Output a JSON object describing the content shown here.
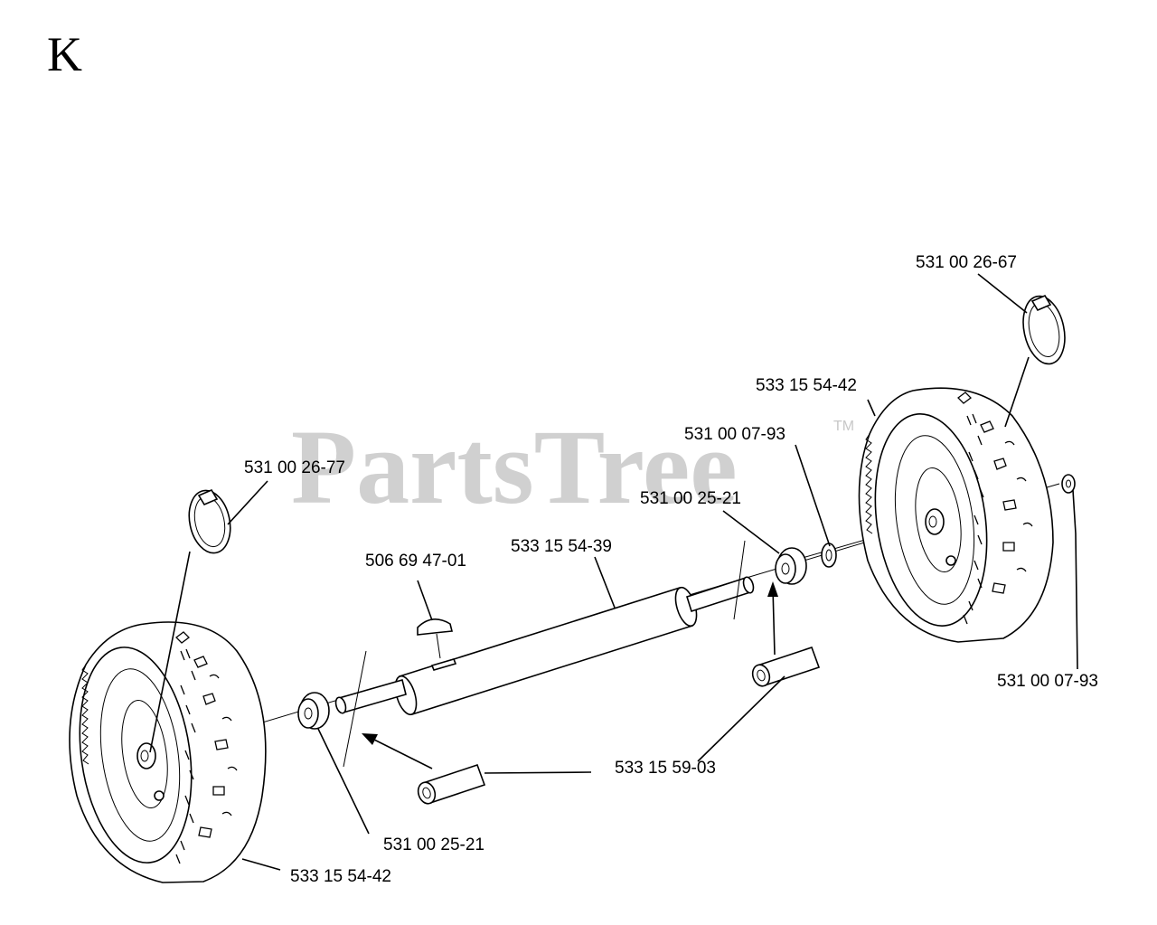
{
  "section_letter": "K",
  "watermark": {
    "text": "PartsTree",
    "tm": "TM"
  },
  "callouts": [
    {
      "id": "clip-left",
      "part_number": "531 00 26-77"
    },
    {
      "id": "key",
      "part_number": "506 69 47-01"
    },
    {
      "id": "axle",
      "part_number": "533 15 54-39"
    },
    {
      "id": "bearing-right",
      "part_number": "531 00 25-21"
    },
    {
      "id": "washer-right",
      "part_number": "531 00 07-93"
    },
    {
      "id": "wheel-right",
      "part_number": "533 15 54-42"
    },
    {
      "id": "clip-right",
      "part_number": "531 00 26-67"
    },
    {
      "id": "washer-outer-right",
      "part_number": "531 00 07-93"
    },
    {
      "id": "spacer",
      "part_number": "533 15 59-03"
    },
    {
      "id": "bearing-left",
      "part_number": "531 00 25-21"
    },
    {
      "id": "wheel-left",
      "part_number": "533 15 54-42"
    }
  ]
}
